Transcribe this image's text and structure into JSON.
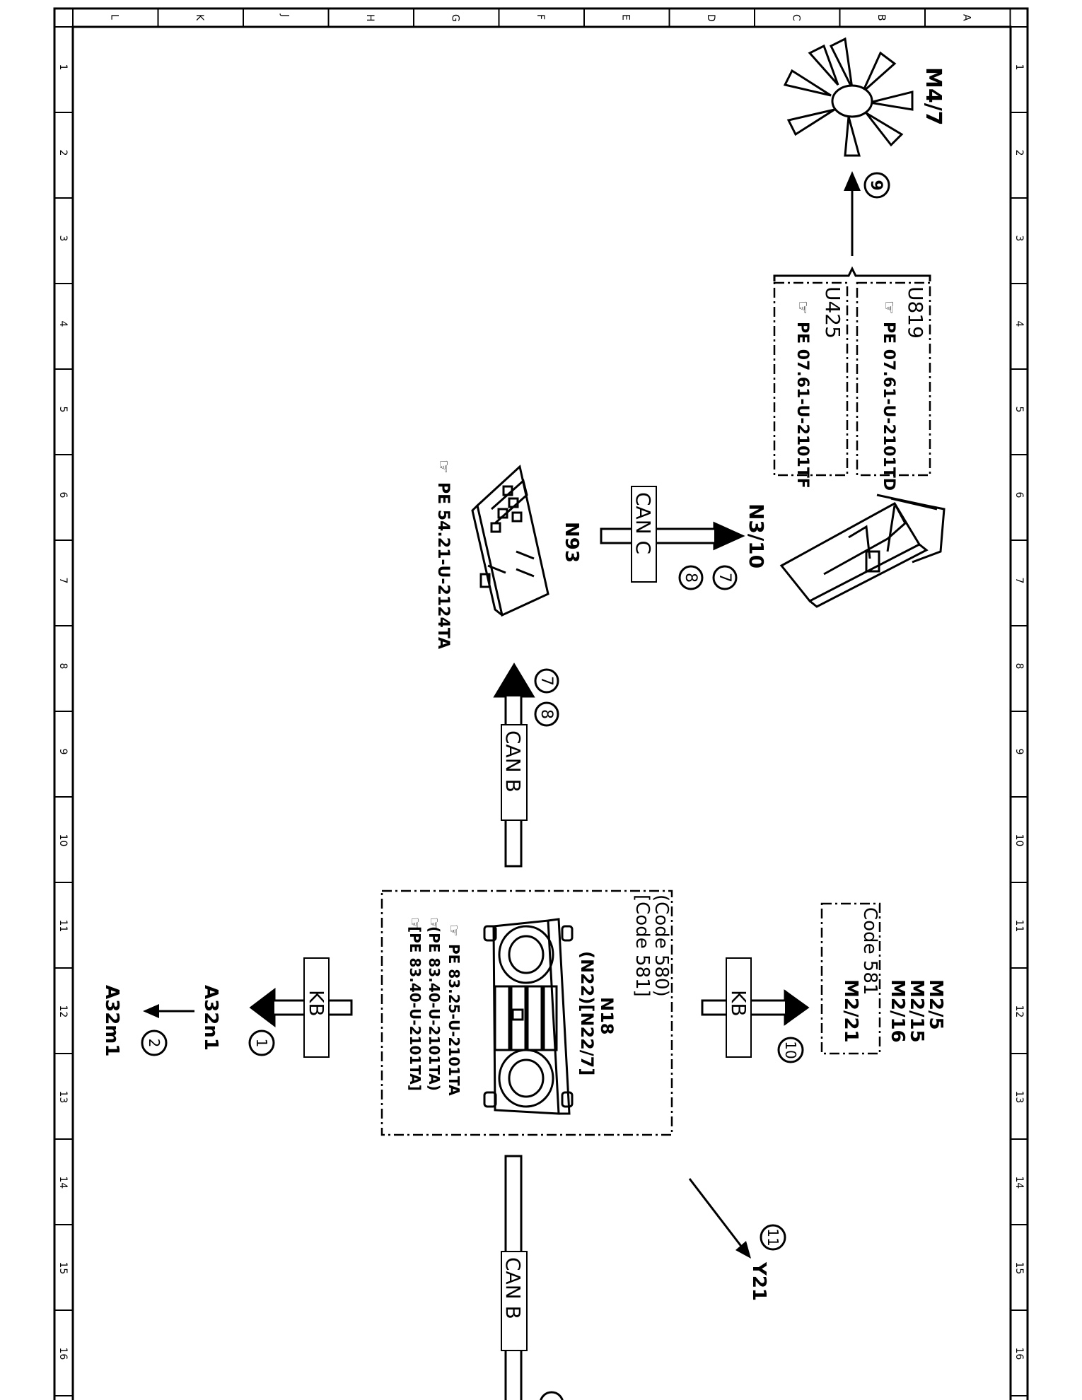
{
  "frame": {
    "top_letters": [
      "L",
      "K",
      "J",
      "H",
      "G",
      "F",
      "E",
      "D",
      "C",
      "B",
      "A"
    ],
    "side_numbers": [
      "1",
      "2",
      "3",
      "4",
      "5",
      "6",
      "7",
      "8",
      "9",
      "10",
      "11",
      "12",
      "13",
      "14",
      "15",
      "16"
    ]
  },
  "components": {
    "fan": {
      "label": "M4/7",
      "icon": "fan-icon"
    },
    "num9": "9",
    "u819_box": {
      "title": "U819",
      "ref": "PE 07.61-U-2101TD"
    },
    "u425_box": {
      "title": "U425",
      "ref": "PE 07.61-U-2101TF"
    },
    "n3_10": {
      "label": "N3/10",
      "icon": "control-unit-icon"
    },
    "can_c": {
      "label": "CAN C",
      "nums": [
        "7",
        "8"
      ]
    },
    "n93": {
      "label": "N93",
      "ref": "PE 54.21-U-2124TA",
      "icon": "module-icon"
    },
    "can_b_top": {
      "label": "CAN B",
      "nums": [
        "7",
        "8"
      ]
    },
    "n18_box": {
      "code_lines": [
        "(Code 580)",
        "[Code 581]"
      ],
      "name_line1": "N18",
      "name_line2": "(N22)[N22/7]",
      "refs": [
        "PE 83.25-U-2101TA",
        "(PE 83.40-U-2101TA)",
        "[PE 83.40-U-2101TA]"
      ],
      "icon": "climate-control-panel-icon"
    },
    "m2_box": {
      "labels": [
        "M2/5",
        "M2/15",
        "M2/16",
        "M2/21"
      ],
      "code": "Code 581"
    },
    "kb_right": {
      "label": "KB",
      "num": "10"
    },
    "kb_left": {
      "label": "KB",
      "num": "1"
    },
    "a32n1": {
      "label": "A32n1"
    },
    "a32m1": {
      "label": "A32m1",
      "num": "2"
    },
    "y21": {
      "label": "Y21",
      "num": "11"
    },
    "can_b_bottom": {
      "label": "CAN B"
    }
  },
  "colors": {
    "line": "#000000",
    "background": "#ffffff"
  }
}
